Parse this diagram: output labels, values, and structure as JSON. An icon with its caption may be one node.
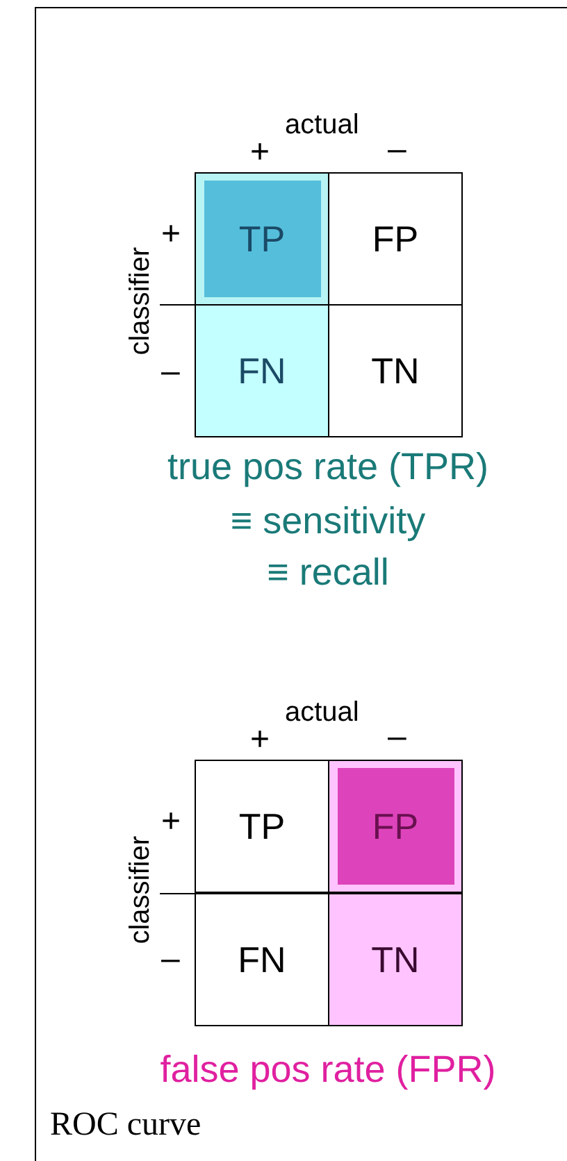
{
  "diagram": {
    "labels": [
      "actual",
      "+",
      "–",
      "classifier",
      "+",
      "TP",
      "FP",
      "–",
      "FN",
      "TN",
      "true pos rate (TPR)",
      "≡ sensitivity",
      "≡ recall",
      "actual",
      "+",
      "–",
      "classifier",
      "+",
      "TP",
      "FP",
      "–",
      "FN",
      "TN",
      "false pos rate (FPR)",
      "ROC curve"
    ]
  }
}
